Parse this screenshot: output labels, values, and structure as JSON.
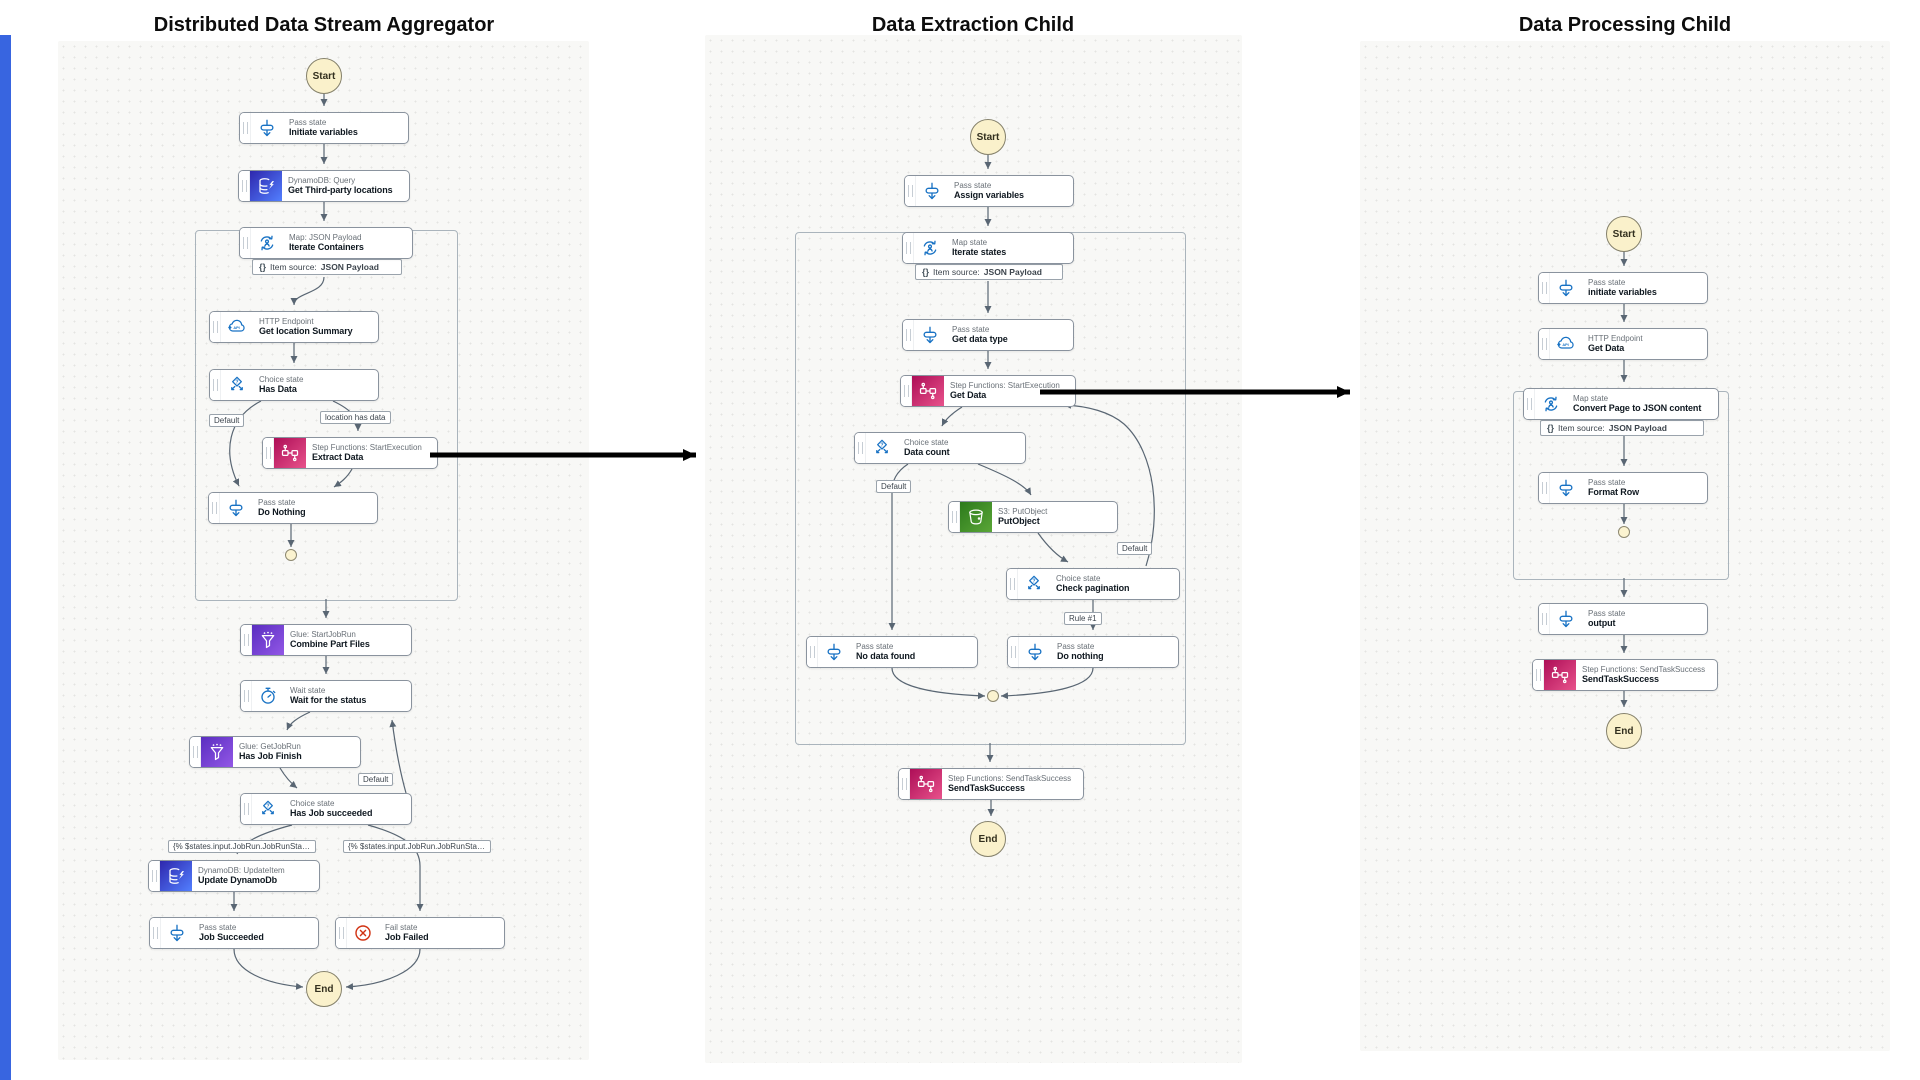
{
  "colors": {
    "edge_gray": "#596673",
    "cross_arrow_black": "#000000",
    "stepfunctions_pink": "#c42765",
    "dynamodb_blue": "#3a4ed6",
    "glue_purple": "#7440d3",
    "s3_green": "#43902a",
    "state_icon_blue": "#1872c4",
    "fail_red": "#d13212",
    "terminal_yellow": "#faf1cb",
    "left_edge_accent_blue": "#3865e0"
  },
  "cross_links": [
    {
      "from": "Extract Data",
      "to": "Data Extraction Child"
    },
    {
      "from": "Get Data",
      "to": "Data Processing Child"
    }
  ],
  "panels": [
    {
      "title": "Distributed Data Stream Aggregator",
      "start_label": "Start",
      "end_label": "End",
      "item_source": {
        "braces": "{}",
        "prefix": "Item source:",
        "value": "JSON Payload"
      },
      "nodes": [
        {
          "type_label": "Pass state",
          "name": "Initiate variables",
          "icon": "pass"
        },
        {
          "type_label": "DynamoDB: Query",
          "name": "Get Third-party locations",
          "icon": "dynamodb"
        },
        {
          "type_label": "Map: JSON Payload",
          "name": "Iterate Containers",
          "icon": "map"
        },
        {
          "type_label": "HTTP Endpoint",
          "name": "Get location Summary",
          "icon": "http"
        },
        {
          "type_label": "Choice state",
          "name": "Has Data",
          "icon": "choice"
        },
        {
          "type_label": "Step Functions: StartExecution",
          "name": "Extract Data",
          "icon": "stepfunctions"
        },
        {
          "type_label": "Pass state",
          "name": "Do Nothing",
          "icon": "pass"
        },
        {
          "type_label": "Glue: StartJobRun",
          "name": "Combine Part Files",
          "icon": "glue"
        },
        {
          "type_label": "Wait state",
          "name": "Wait for the status",
          "icon": "wait"
        },
        {
          "type_label": "Glue: GetJobRun",
          "name": "Has Job Finish",
          "icon": "glue"
        },
        {
          "type_label": "Choice state",
          "name": "Has Job succeeded",
          "icon": "choice"
        },
        {
          "type_label": "DynamoDB: UpdateItem",
          "name": "Update DynamoDb",
          "icon": "dynamodb"
        },
        {
          "type_label": "Pass state",
          "name": "Job Succeeded",
          "icon": "pass"
        },
        {
          "type_label": "Fail state",
          "name": "Job Failed",
          "icon": "fail"
        }
      ],
      "edge_labels": {
        "has_data_default": "Default",
        "location_has_data": "location has data",
        "job_loop_default": "Default",
        "job_succeeded_rule": "{% $states.input.JobRun.JobRunState = \"...",
        "job_failed_rule": "{% $states.input.JobRun.JobRunState = \"..."
      }
    },
    {
      "title": "Data Extraction Child",
      "start_label": "Start",
      "end_label": "End",
      "item_source": {
        "braces": "{}",
        "prefix": "Item source:",
        "value": "JSON Payload"
      },
      "nodes": [
        {
          "type_label": "Pass state",
          "name": "Assign variables",
          "icon": "pass"
        },
        {
          "type_label": "Map state",
          "name": "Iterate states",
          "icon": "map"
        },
        {
          "type_label": "Pass state",
          "name": "Get data type",
          "icon": "pass"
        },
        {
          "type_label": "Step Functions: StartExecution",
          "name": "Get Data",
          "icon": "stepfunctions"
        },
        {
          "type_label": "Choice state",
          "name": "Data count",
          "icon": "choice"
        },
        {
          "type_label": "S3: PutObject",
          "name": "PutObject",
          "icon": "s3"
        },
        {
          "type_label": "Choice state",
          "name": "Check pagination",
          "icon": "choice"
        },
        {
          "type_label": "Pass state",
          "name": "No data found",
          "icon": "pass"
        },
        {
          "type_label": "Pass state",
          "name": "Do nothing",
          "icon": "pass"
        },
        {
          "type_label": "Step Functions: SendTaskSuccess",
          "name": "SendTaskSuccess",
          "icon": "stepfunctions"
        }
      ],
      "edge_labels": {
        "data_count_default": "Default",
        "pagination_default": "Default",
        "pagination_rule": "Rule #1"
      }
    },
    {
      "title": "Data Processing Child",
      "start_label": "Start",
      "end_label": "End",
      "item_source": {
        "braces": "{}",
        "prefix": "Item source:",
        "value": "JSON Payload"
      },
      "nodes": [
        {
          "type_label": "Pass state",
          "name": "initiate variables",
          "icon": "pass"
        },
        {
          "type_label": "HTTP Endpoint",
          "name": "Get Data",
          "icon": "http"
        },
        {
          "type_label": "Map state",
          "name": "Convert Page to JSON content",
          "icon": "map"
        },
        {
          "type_label": "Pass state",
          "name": "Format Row",
          "icon": "pass"
        },
        {
          "type_label": "Pass state",
          "name": "output",
          "icon": "pass"
        },
        {
          "type_label": "Step Functions: SendTaskSuccess",
          "name": "SendTaskSuccess",
          "icon": "stepfunctions"
        }
      ],
      "edge_labels": {}
    }
  ]
}
